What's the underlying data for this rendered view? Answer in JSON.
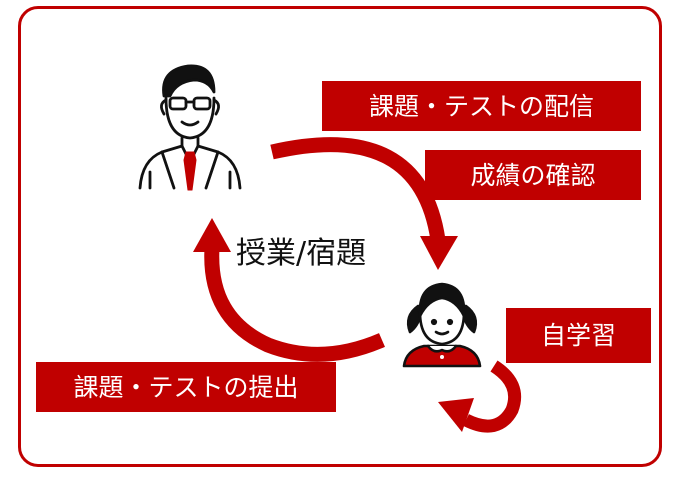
{
  "diagram": {
    "center_label": "授業/宿題",
    "labels": {
      "distribute": "課題・テストの配信",
      "check_grades": "成績の確認",
      "self_study": "自学習",
      "submit": "課題・テストの提出"
    },
    "icons": {
      "teacher": "teacher-icon",
      "student": "student-icon"
    },
    "colors": {
      "accent": "#c00000",
      "text": "#111111"
    }
  }
}
